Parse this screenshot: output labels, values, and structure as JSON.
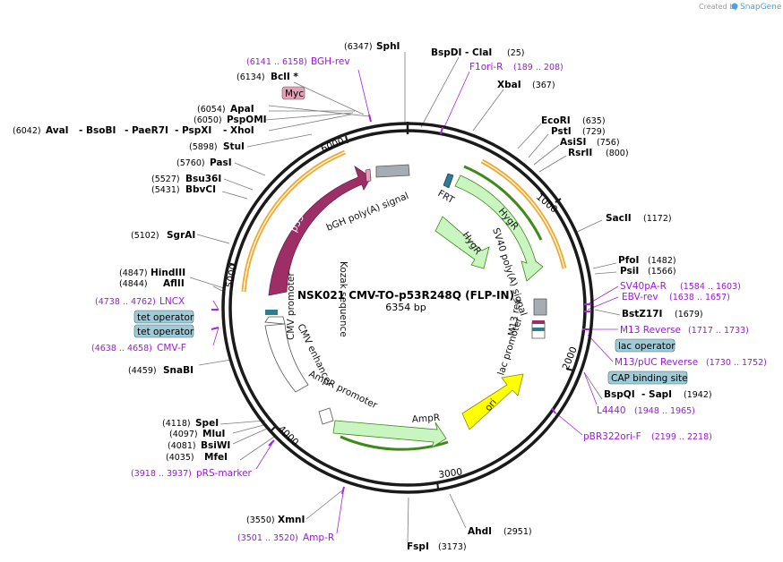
{
  "watermark": "Created by",
  "brand": "SnapGene",
  "plasmid": {
    "name": "NSK021 CMV-TO-p53R248Q (FLP-IN)",
    "size_label": "6354 bp"
  },
  "ticks": [
    "1000",
    "2000",
    "3000",
    "4000",
    "5000",
    "6000"
  ],
  "enzymes": [
    {
      "id": "sphi",
      "name": "SphI",
      "pos": "(6347)"
    },
    {
      "id": "bspdi",
      "name": "BspDI",
      "pos": ""
    },
    {
      "id": "clai",
      "name": "- ClaI",
      "pos": "(25)"
    },
    {
      "id": "xbai",
      "name": "XbaI",
      "pos": "(367)"
    },
    {
      "id": "ecori",
      "name": "EcoRI",
      "pos": "(635)"
    },
    {
      "id": "psti",
      "name": "PstI",
      "pos": "(729)"
    },
    {
      "id": "asisi",
      "name": "AsiSI",
      "pos": "(756)"
    },
    {
      "id": "rsrii",
      "name": "RsrII",
      "pos": "(800)"
    },
    {
      "id": "sacii",
      "name": "SacII",
      "pos": "(1172)"
    },
    {
      "id": "pfoi",
      "name": "PfoI",
      "pos": "(1482)"
    },
    {
      "id": "psii",
      "name": "PsiI",
      "pos": "(1566)"
    },
    {
      "id": "bstz17i",
      "name": "BstZ17I",
      "pos": "(1679)"
    },
    {
      "id": "bspqi",
      "name": "BspQI",
      "pos": ""
    },
    {
      "id": "sapi",
      "name": "- SapI",
      "pos": "(1942)"
    },
    {
      "id": "ahdi",
      "name": "AhdI",
      "pos": "(2951)"
    },
    {
      "id": "fspi",
      "name": "FspI",
      "pos": "(3173)"
    },
    {
      "id": "xmni",
      "name": "XmnI",
      "pos": "(3550)"
    },
    {
      "id": "mfei",
      "name": "MfeI",
      "pos": "(4035)"
    },
    {
      "id": "bsiwi",
      "name": "BsiWI",
      "pos": "(4081)"
    },
    {
      "id": "mlui",
      "name": "MluI",
      "pos": "(4097)"
    },
    {
      "id": "spei",
      "name": "SpeI",
      "pos": "(4118)"
    },
    {
      "id": "snabi",
      "name": "SnaBI",
      "pos": "(4459)"
    },
    {
      "id": "aflii",
      "name": "AflII",
      "pos": "(4844)"
    },
    {
      "id": "hindiii",
      "name": "HindIII",
      "pos": "(4847)"
    },
    {
      "id": "sgrai",
      "name": "SgrAI",
      "pos": "(5102)"
    },
    {
      "id": "bbvci",
      "name": "BbvCI",
      "pos": "(5431)"
    },
    {
      "id": "bsu36i",
      "name": "Bsu36I",
      "pos": "(5527)"
    },
    {
      "id": "pasi",
      "name": "PasI",
      "pos": "(5760)"
    },
    {
      "id": "stui",
      "name": "StuI",
      "pos": "(5898)"
    },
    {
      "id": "xhoi",
      "name": "- XhoI",
      "pos": ""
    },
    {
      "id": "pspxi",
      "name": "- PspXI",
      "pos": ""
    },
    {
      "id": "paer7i",
      "name": "- PaeR7I",
      "pos": ""
    },
    {
      "id": "bsobi",
      "name": "- BsoBI",
      "pos": ""
    },
    {
      "id": "avai",
      "name": "AvaI",
      "pos": "(6042)"
    },
    {
      "id": "pspomi",
      "name": "PspOMI",
      "pos": "(6050)"
    },
    {
      "id": "apai",
      "name": "ApaI",
      "pos": "(6054)"
    },
    {
      "id": "bcli",
      "name": "BclI *",
      "pos": "(6134)"
    }
  ],
  "primers": [
    {
      "id": "bgh-rev",
      "name": "BGH-rev",
      "pos": "(6141 .. 6158)"
    },
    {
      "id": "f1ori-r",
      "name": "F1ori-R",
      "pos": "(189 .. 208)"
    },
    {
      "id": "sv40pa-r",
      "name": "SV40pA-R",
      "pos": "(1584 .. 1603)"
    },
    {
      "id": "ebv-rev",
      "name": "EBV-rev",
      "pos": "(1638 .. 1657)"
    },
    {
      "id": "m13-reverse",
      "name": "M13 Reverse",
      "pos": "(1717 .. 1733)"
    },
    {
      "id": "m13-puc-reverse",
      "name": "M13/pUC Reverse",
      "pos": "(1730 .. 1752)"
    },
    {
      "id": "l4440",
      "name": "L4440",
      "pos": "(1948 .. 1965)"
    },
    {
      "id": "pbr322ori-f",
      "name": "pBR322ori-F",
      "pos": "(2199 .. 2218)"
    },
    {
      "id": "amp-r",
      "name": "Amp-R",
      "pos": "(3501 .. 3520)"
    },
    {
      "id": "prs-marker",
      "name": "pRS-marker",
      "pos": "(3918 .. 3937)"
    },
    {
      "id": "cmv-f",
      "name": "CMV-F",
      "pos": "(4638 .. 4658)"
    },
    {
      "id": "lncx",
      "name": "LNCX",
      "pos": "(4738 .. 4762)"
    }
  ],
  "boxed_features": {
    "myc": "Myc",
    "lac_operator": "lac operator",
    "cap_binding_site": "CAP binding site",
    "tet_operator_1": "tet operator",
    "tet_operator_2": "tet operator"
  },
  "features": {
    "p53": "p53",
    "bgh_polya": "bGH poly(A) signal",
    "frt": "FRT",
    "hygr_outer": "HygR",
    "hygr_inner": "HygR",
    "sv40_polya": "SV40 poly(A) signal",
    "m13_rev": "M13 rev",
    "lac_promoter": "lac promoter",
    "ori": "ori",
    "ampr": "AmpR",
    "ampr_promoter": "AmpR promoter",
    "cmv_enhancer": "CMV enhancer",
    "cmv_promoter": "CMV promoter",
    "kozak": "Kozak sequence"
  },
  "colors": {
    "backbone": "#1a1a1a",
    "p53": "#9e2f66",
    "hygr": "#c8f5c0",
    "ori": "#ffff00",
    "promoter": "#ffffff",
    "polya": "#a7acb2",
    "orf_track": "#f0a830",
    "green_track": "#3d8a18",
    "primer": "#a227dd",
    "box_fill": "#9ecbd7",
    "myc_fill": "#dfa4b7"
  }
}
